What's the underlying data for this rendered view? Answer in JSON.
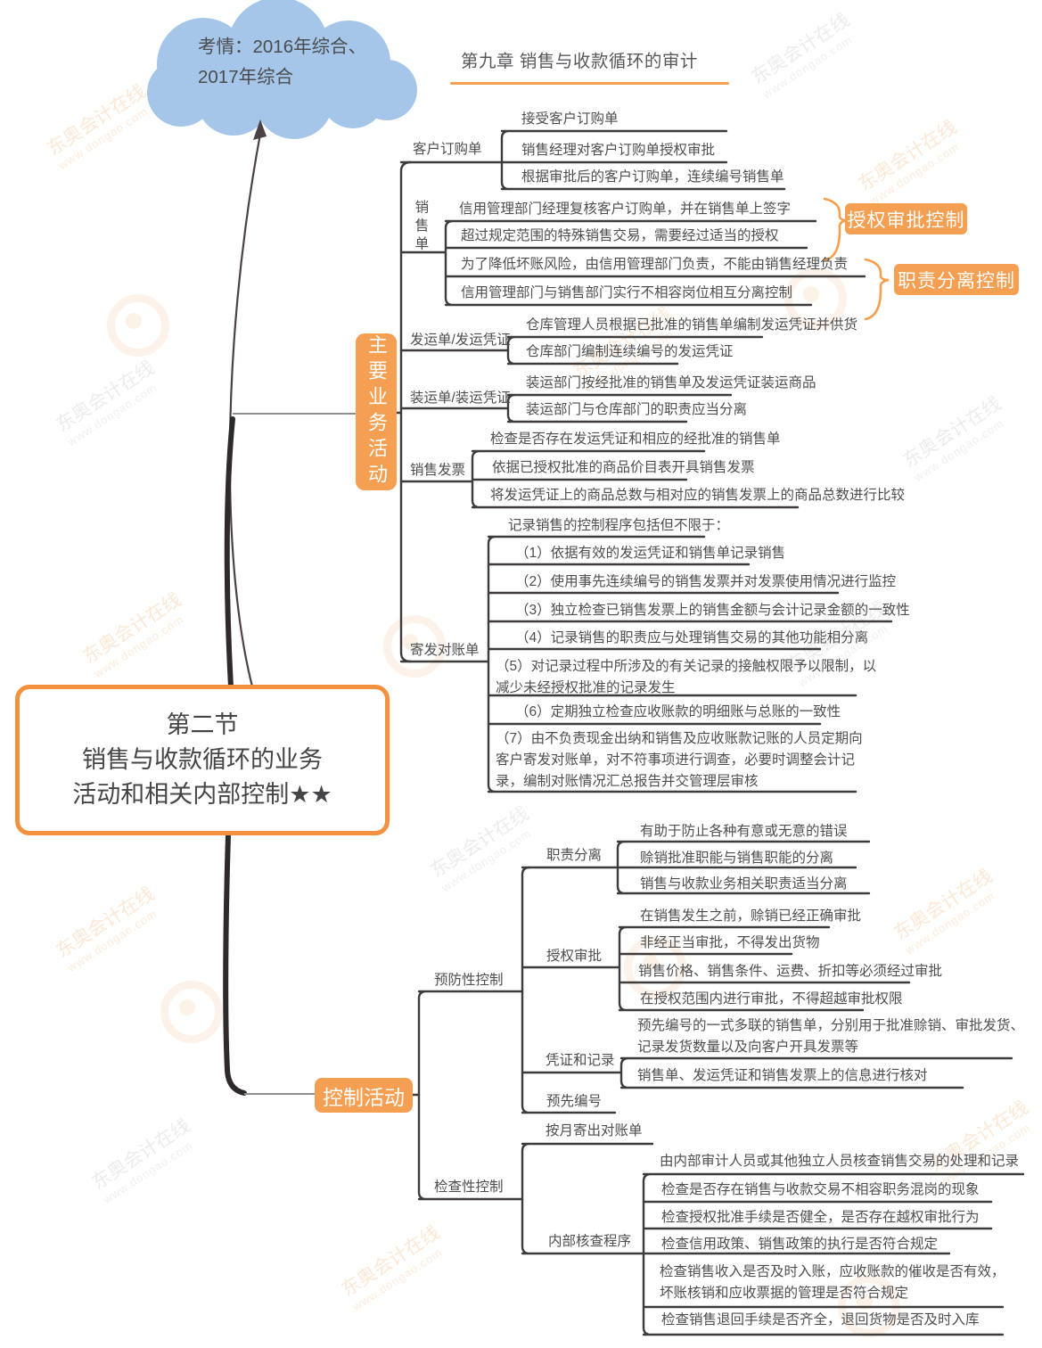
{
  "watermark": {
    "line1": "东奥会计在线",
    "line2": "www.dongao.com"
  },
  "cloud": {
    "text": "考情：2016年综合、2017年综合"
  },
  "header": {
    "title": "第九章 销售与收款循环的审计"
  },
  "main_topic": {
    "line1": "第二节",
    "line2": "销售与收款循环的业务",
    "line3": "活动和相关内部控制★★"
  },
  "branches": {
    "main_activities": "主要业务活动",
    "control_activities": "控制活动"
  },
  "callouts": {
    "authorization": "授权审批控制",
    "segregation": "职责分离控制"
  },
  "main_activities": {
    "customer_order": {
      "label": "客户订购单",
      "items": [
        "接受客户订购单",
        "销售经理对客户订购单授权审批",
        "根据审批后的客户订购单，连续编号销售单"
      ]
    },
    "sales_order": {
      "label": "销售单",
      "items": [
        "信用管理部门经理复核客户订购单，并在销售单上签字",
        "超过规定范围的特殊销售交易，需要经过适当的授权",
        "为了降低坏账风险，由信用管理部门负责，不能由销售经理负责",
        "信用管理部门与销售部门实行不相容岗位相互分离控制"
      ]
    },
    "shipping": {
      "label": "发运单/发运凭证",
      "items": [
        "仓库管理人员根据已批准的销售单编制发运凭证并供货",
        "仓库部门编制连续编号的发运凭证"
      ]
    },
    "loading": {
      "label": "装运单/装运凭证",
      "items": [
        "装运部门按经批准的销售单及发运凭证装运商品",
        "装运部门与仓库部门的职责应当分离"
      ]
    },
    "invoice": {
      "label": "销售发票",
      "items": [
        "检查是否存在发运凭证和相应的经批准的销售单",
        "依据已授权批准的商品价目表开具销售发票",
        "将发运凭证上的商品总数与相对应的销售发票上的商品总数进行比较"
      ]
    },
    "statement": {
      "label": "寄发对账单",
      "intro": "记录销售的控制程序包括但不限于：",
      "items": [
        "（1）依据有效的发运凭证和销售单记录销售",
        "（2）使用事先连续编号的销售发票并对发票使用情况进行监控",
        "（3）独立检查已销售发票上的销售金额与会计记录金额的一致性",
        "（4）记录销售的职责应与处理销售交易的其他功能相分离",
        "（5）对记录过程中所涉及的有关记录的接触权限予以限制，以减少未经授权批准的记录发生",
        "（6）定期独立检查应收账款的明细账与总账的一致性",
        "（7）由不负责现金出纳和销售及应收账款记账的人员定期向客户寄发对账单，对不符事项进行调查，必要时调整会计记录，编制对账情况汇总报告并交管理层审核"
      ]
    }
  },
  "control_activities": {
    "preventive": {
      "label": "预防性控制",
      "segregation": {
        "label": "职责分离",
        "items": [
          "有助于防止各种有意或无意的错误",
          "赊销批准职能与销售职能的分离",
          "销售与收款业务相关职责适当分离"
        ]
      },
      "authorization": {
        "label": "授权审批",
        "items": [
          "在销售发生之前，赊销已经正确审批",
          "非经正当审批，不得发出货物",
          "销售价格、销售条件、运费、折扣等必须经过审批",
          "在授权范围内进行审批，不得超越审批权限"
        ]
      },
      "documents": {
        "label": "凭证和记录",
        "items": [
          "预先编号的一式多联的销售单，分别用于批准赊销、审批发货、记录发货数量以及向客户开具发票等",
          "销售单、发运凭证和销售发票上的信息进行核对"
        ]
      },
      "prenumber": {
        "label": "预先编号"
      }
    },
    "detective": {
      "label": "检查性控制",
      "monthly": {
        "label": "按月寄出对账单"
      },
      "internal": {
        "label": "内部核查程序",
        "items": [
          "由内部审计人员或其他独立人员核查销售交易的处理和记录",
          "检查是否存在销售与收款交易不相容职务混岗的现象",
          "检查授权批准手续是否健全，是否存在越权审批行为",
          "检查信用政策、销售政策的执行是否符合规定",
          "检查销售收入是否及时入账，应收账款的催收是否有效，坏账核销和应收票据的管理是否符合规定",
          "检查销售退回手续是否齐全，退回货物是否及时入库"
        ]
      }
    }
  }
}
